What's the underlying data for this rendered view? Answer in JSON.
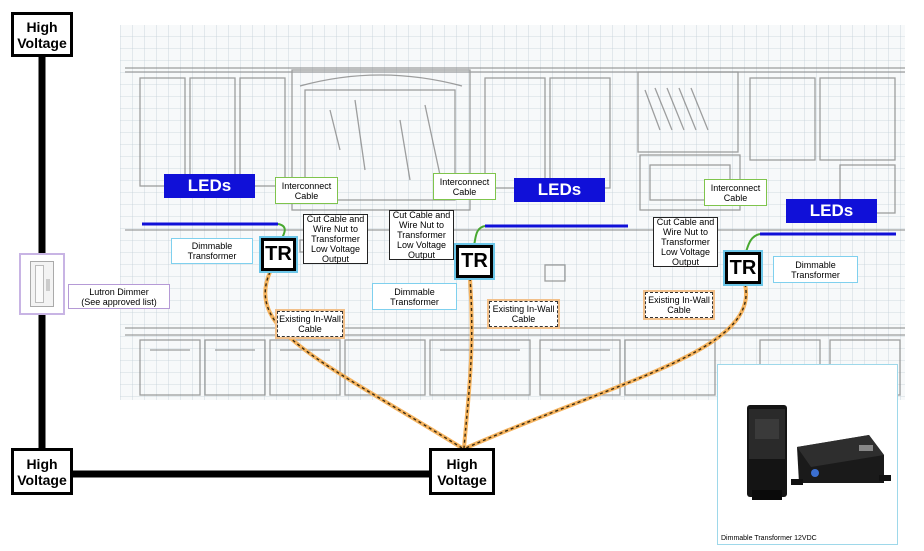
{
  "high_voltage": {
    "top_left": "High\nVoltage",
    "bottom_left": "High\nVoltage",
    "bottom_center": "High\nVoltage"
  },
  "leds": {
    "left": "LEDs",
    "center": "LEDs",
    "right": "LEDs"
  },
  "labels": {
    "interconnect_left": "Interconnect\nCable",
    "interconnect_center": "Interconnect\nCable",
    "interconnect_right": "Interconnect\nCable",
    "cut_cable_center": "Cut Cable and\nWire Nut to\nTransformer\nLow Voltage\nOutput",
    "cut_cable_left": "Cut Cable and\nWire Nut to\nTransformer\nLow Voltage\nOutput",
    "cut_cable_right": "Cut Cable and\nWire Nut to\nTransformer\nLow Voltage\nOutput",
    "dimmable_left": "Dimmable\nTransformer",
    "dimmable_center": "Dimmable\nTransformer",
    "dimmable_right": "Dimmable\nTransformer",
    "existing_left": "Existing In-Wall\nCable",
    "existing_center": "Existing In-Wall\nCable",
    "existing_right": "Existing In-Wall\nCable",
    "dimmer": "Lutron Dimmer\n(See approved list)"
  },
  "transformer_symbol": "TR",
  "photo": {
    "caption": "Dimmable Transformer 12VDC"
  },
  "colors": {
    "led_strip": "#1010d8",
    "grid": "#c3d0d8",
    "sketch": "#7a7a7a",
    "wire_orange": "#f0a040",
    "wire_black": "#000000",
    "interconnect_border": "#7fc44c",
    "transformer_border": "#6cc6e8",
    "dimmer_border": "#b59ad6"
  }
}
